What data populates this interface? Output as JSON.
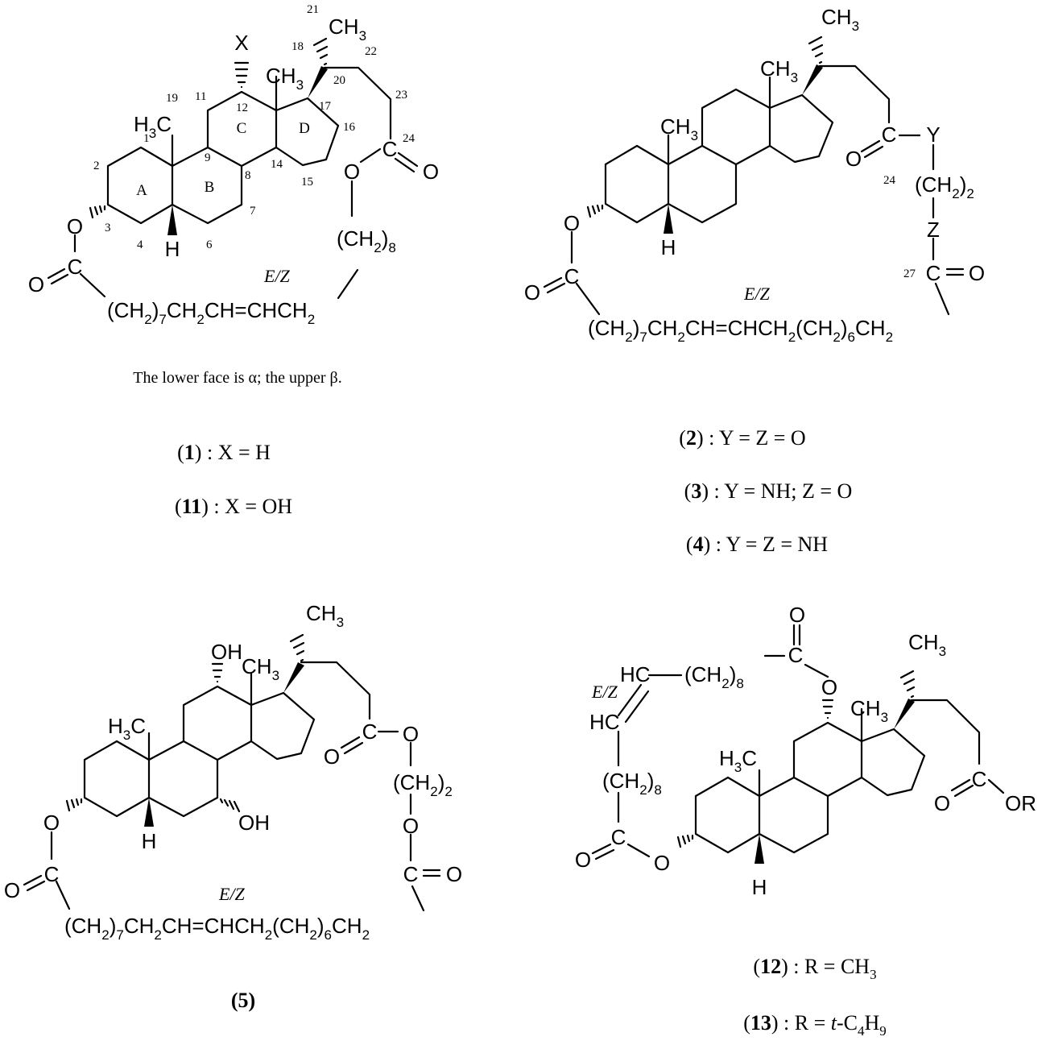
{
  "structures": {
    "s1": {
      "caption_lines": [
        {
          "parts": [
            "(",
            "1",
            ") :  X = H"
          ]
        },
        {
          "parts": [
            "(",
            "11",
            ") :  X = OH"
          ]
        }
      ],
      "note": "The lower face is α; the upper β.",
      "ring_labels": [
        "A",
        "B",
        "C",
        "D"
      ],
      "atom_numbers": [
        "1",
        "2",
        "3",
        "4",
        "6",
        "7",
        "8",
        "9",
        "11",
        "12",
        "14",
        "15",
        "16",
        "17",
        "18",
        "19",
        "20",
        "21",
        "22",
        "23",
        "24"
      ],
      "groups": {
        "x": "X",
        "ch3_top": "CH",
        "ch3_18": "CH",
        "h3c_19": "H",
        "h5": "H",
        "o3": "O",
        "o24": "O",
        "o24b": "O",
        "c_acyl": "C",
        "o_acyl": "O",
        "c24": "C",
        "ch2_8": "(CH",
        "chain": "(CH",
        "ez": "E/Z"
      }
    },
    "s2": {
      "caption_lines": [
        {
          "parts": [
            "(",
            "2",
            ") :  Y = Z = O"
          ]
        },
        {
          "parts": [
            "(",
            "3",
            ") :  Y = NH; Z = O"
          ]
        },
        {
          "parts": [
            "(",
            "4",
            ") :  Y = Z = NH"
          ]
        }
      ],
      "atom_numbers": [
        "24",
        "27"
      ],
      "groups": {
        "ch3_top": "CH",
        "ch3_18": "CH",
        "ch3_19": "CH",
        "h5": "H",
        "o3": "O",
        "o_acyl": "O",
        "c_acyl": "C",
        "c24": "C",
        "o24": "O",
        "y": "Y",
        "ch2_2": "(CH",
        "z": "Z",
        "c27": "C",
        "o27": "O",
        "chain": "(CH",
        "ez": "E/Z"
      }
    },
    "s5": {
      "caption_lines": [
        {
          "parts": [
            "(",
            "5",
            ")"
          ]
        }
      ],
      "groups": {
        "ch3_top": "CH",
        "oh12": "OH",
        "ch3_18": "CH",
        "h3c_19": "H",
        "oh7": "OH",
        "h5": "H",
        "o3": "O",
        "c_acyl": "C",
        "o_acyl": "O",
        "c24": "C",
        "o24": "O",
        "o24b": "O",
        "ch2_2": "(CH",
        "o_lower": "O",
        "c_lower": "C",
        "o_lower_dbl": "O",
        "chain": "(CH",
        "ez": "E/Z"
      }
    },
    "s12": {
      "caption_lines": [
        {
          "parts": [
            "(",
            "12",
            ") :  R = CH",
            "3",
            ""
          ]
        },
        {
          "parts": [
            "(",
            "13",
            ") :  R = ",
            "t",
            "-C",
            "4",
            "H",
            "9"
          ]
        }
      ],
      "groups": {
        "ch3_top": "CH",
        "ch3_18": "CH",
        "h3c_19": "H",
        "h5": "H",
        "o_top": "O",
        "c_top": "C",
        "o12": "O",
        "hc_up": "HC",
        "ch2_8_top": "(CH",
        "hc_low": "HC",
        "ch2_8_left": "(CH",
        "c_left": "C",
        "o_left_dbl": "O",
        "o3": "O",
        "c24": "C",
        "o24": "O",
        "or": "OR",
        "ez": "E/Z"
      }
    }
  }
}
